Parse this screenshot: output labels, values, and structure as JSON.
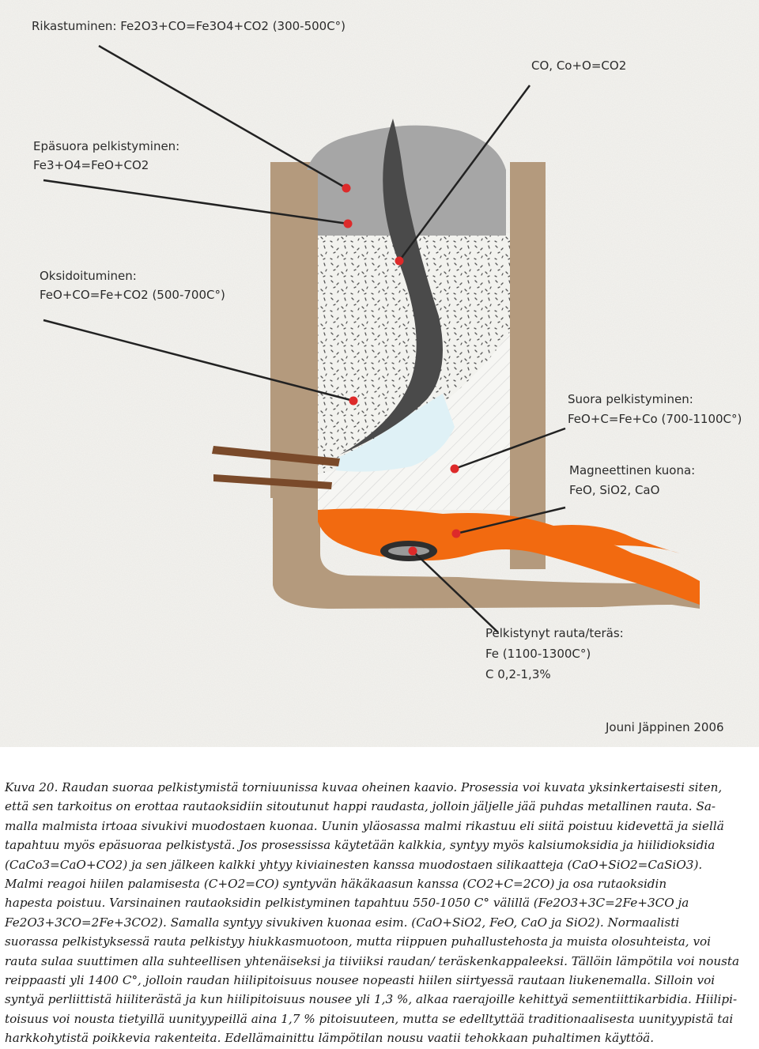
{
  "diagram": {
    "labels": {
      "rikastuminen": "Rikastuminen: Fe2O3+CO=Fe3O4+CO2 (300-500C°)",
      "co_reaction": "CO, Co+O=CO2",
      "epasuora_title": "Epäsuora pelkistyminen:",
      "epasuora_formula": "Fe3+O4=FeO+CO2",
      "oksidoituminen_title": "Oksidoituminen:",
      "oksidoituminen_formula": "FeO+CO=Fe+CO2 (500-700C°)",
      "suora_title": "Suora pelkistyminen:",
      "suora_formula": "FeO+C=Fe+Co (700-1100C°)",
      "kuona_title": "Magneettinen kuona:",
      "kuona_formula": "FeO, SiO2, CaO",
      "rauta_title": "Pelkistynyt rauta/teräs:",
      "rauta_formula": "Fe (1100-1300C°)",
      "rauta_carbon": "C 0,2-1,3%",
      "author": "Jouni Jäppinen 2006"
    },
    "colors": {
      "wall": "#b49a7d",
      "ore": "#a6a6a6",
      "charcoal": "#4a4a4a",
      "slag": "#f26a10",
      "blast": "#dff1f6",
      "marker": "#dd2a2a",
      "tuyere": "#7a4a2a"
    }
  },
  "caption": {
    "line1": "Kuva 20. Raudan suoraa pelkistymistä torniuunissa kuvaa oheinen kaavio. Prosessia voi kuvata yksinkertaisesti siten,",
    "line2": "että sen tarkoitus on erottaa rautaoksidiin sitoutunut happi raudasta, jolloin jäljelle jää puhdas metallinen rauta. Sa-",
    "line3": "malla malmista irtoaa sivukivi muodostaen kuonaa. Uunin yläosassa malmi rikastuu eli siitä poistuu kidevettä ja siellä",
    "line4": "tapahtuu myös epäsuoraa pelkistystä.",
    "p2_line4": " Jos prosessissa käytetään kalkkia, syntyy myös kalsiumoksidia ja hiilidioksidia",
    "p2_line5": "(CaCo3=CaO+CO2) ja sen jälkeen kalkki yhtyy kiviainesten kanssa muodostaen silikaatteja (CaO+SiO2=CaSiO3).",
    "p2_line6": "Malmi reagoi hiilen palamisesta (C+O2=CO) syntyvän häkäkaasun kanssa (CO2+C=2CO) ja osa rutaoksidin",
    "p2_line7": "hapesta poistuu.",
    "p3_line7": " Varsinainen rautaoksidin pelkistyminen tapahtuu 550-1050 C° välillä (Fe2O3+3C=2Fe+3CO ja",
    "p3_line8": "Fe2O3+3CO=2Fe+3CO2). Samalla syntyy sivukiven kuonaa esim. (CaO+SiO2, FeO, CaO ja SiO2).",
    "p4_line8": " Normaalisti",
    "p4_line9": "suorassa pelkistyksessä rauta pelkistyy hiukkasmuotoon, mutta riippuen puhallustehosta ja muista olosuhteista, voi",
    "p4_line10": "rauta sulaa suuttimen alla suhteellisen yhtenäiseksi ja tiiviiksi raudan/ teräskenkappaleeksi.",
    "p5_line10": " Tällöin lämpötila voi nousta",
    "p5_line11": "reippaasti yli 1400 C°, jolloin raudan hiilipitoisuus nousee nopeasti hiilen siirtyessä rautaan liukenemalla.",
    "p6_line11": " Silloin voi",
    "p6_line12": "syntyä perliittistä hiiliterästä ja kun hiilipitoisuus nousee yli 1,3 %, alkaa raerajoille kehittyä sementiittikarbidia.",
    "p7_line12": " Hiilipi-",
    "p7_line13": "toisuus voi nousta tietyillä uunityypeillä aina 1,7 % pitoisuuteen, mutta se edelltyttää traditionaalisesta uunityypistä tai",
    "p7_line14": "harkkohytistä poikkevia rakenteita.",
    "p8_line14": " Edellämainittu lämpötilan nousu vaatii tehokkaan puhaltimen käyttöä."
  }
}
